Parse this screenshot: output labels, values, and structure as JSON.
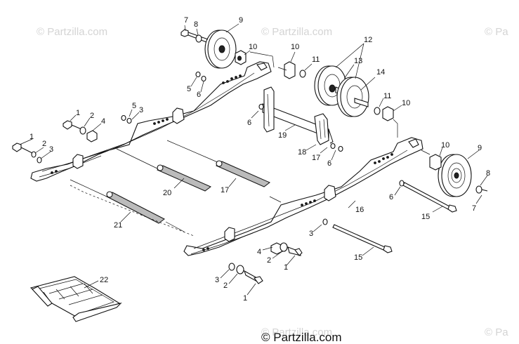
{
  "watermarks": [
    "© Partzilla.com",
    "© Partzilla.com",
    "© Pa",
    "© Partzilla.com",
    "© Pa"
  ],
  "copyright": "© Partzilla.com",
  "callouts": [
    {
      "id": "c7a",
      "label": "7"
    },
    {
      "id": "c8a",
      "label": "8"
    },
    {
      "id": "c9a",
      "label": "9"
    },
    {
      "id": "c10a",
      "label": "10"
    },
    {
      "id": "c10b",
      "label": "10"
    },
    {
      "id": "c11a",
      "label": "11"
    },
    {
      "id": "c12",
      "label": "12"
    },
    {
      "id": "c13",
      "label": "13"
    },
    {
      "id": "c14",
      "label": "14"
    },
    {
      "id": "c5a",
      "label": "5"
    },
    {
      "id": "c6a",
      "label": "6"
    },
    {
      "id": "c5b",
      "label": "5"
    },
    {
      "id": "c3a",
      "label": "3"
    },
    {
      "id": "c1a",
      "label": "1"
    },
    {
      "id": "c2a",
      "label": "2"
    },
    {
      "id": "c4a",
      "label": "4"
    },
    {
      "id": "c6b",
      "label": "6"
    },
    {
      "id": "c11b",
      "label": "11"
    },
    {
      "id": "c10c",
      "label": "10"
    },
    {
      "id": "c19",
      "label": "19"
    },
    {
      "id": "c1b",
      "label": "1"
    },
    {
      "id": "c2b",
      "label": "2"
    },
    {
      "id": "c3b",
      "label": "3"
    },
    {
      "id": "c18",
      "label": "18"
    },
    {
      "id": "c17a",
      "label": "17"
    },
    {
      "id": "c6c",
      "label": "6"
    },
    {
      "id": "c10d",
      "label": "10"
    },
    {
      "id": "c9b",
      "label": "9"
    },
    {
      "id": "c20",
      "label": "20"
    },
    {
      "id": "c17b",
      "label": "17"
    },
    {
      "id": "c8b",
      "label": "8"
    },
    {
      "id": "c6d",
      "label": "6"
    },
    {
      "id": "c7b",
      "label": "7"
    },
    {
      "id": "c16",
      "label": "16"
    },
    {
      "id": "c15a",
      "label": "15"
    },
    {
      "id": "c21",
      "label": "21"
    },
    {
      "id": "c3c",
      "label": "3"
    },
    {
      "id": "c15b",
      "label": "15"
    },
    {
      "id": "c4b",
      "label": "4"
    },
    {
      "id": "c2c",
      "label": "2"
    },
    {
      "id": "c1c",
      "label": "1"
    },
    {
      "id": "c3d",
      "label": "3"
    },
    {
      "id": "c2d",
      "label": "2"
    },
    {
      "id": "c1d",
      "label": "1"
    },
    {
      "id": "c22",
      "label": "22"
    }
  ]
}
